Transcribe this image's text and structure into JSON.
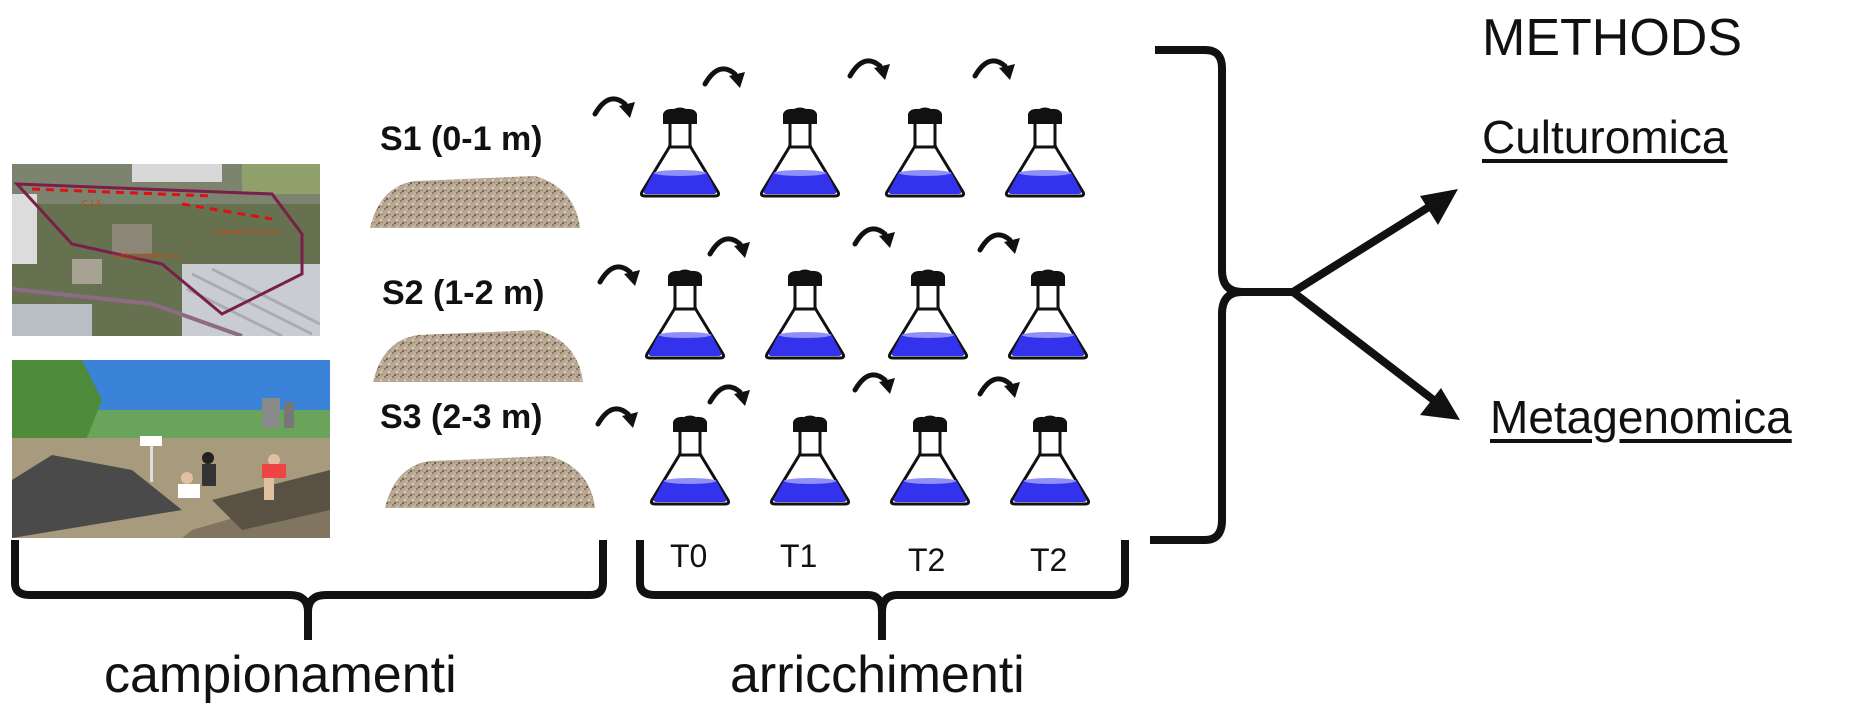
{
  "header": {
    "title": "METHODS"
  },
  "methods": [
    {
      "label": "Culturomica"
    },
    {
      "label": "Metagenomica"
    }
  ],
  "samples": [
    {
      "label": "S1 (0-1 m)"
    },
    {
      "label": "S2 (1-2 m)"
    },
    {
      "label": "S3 (2-3 m)"
    }
  ],
  "timepoints": [
    "T0",
    "T1",
    "T2",
    "T2"
  ],
  "groups": {
    "sampling": "campionamenti",
    "enrichment": "arricchimenti"
  },
  "map_photo": {
    "labels": [
      "C.1.5",
      "CARBOSIDERURGICA A",
      "CARBOSIDERURGICA B"
    ]
  },
  "colors": {
    "liquid": "#3333ee",
    "soil": "#b8a793",
    "ink": "#111111"
  }
}
